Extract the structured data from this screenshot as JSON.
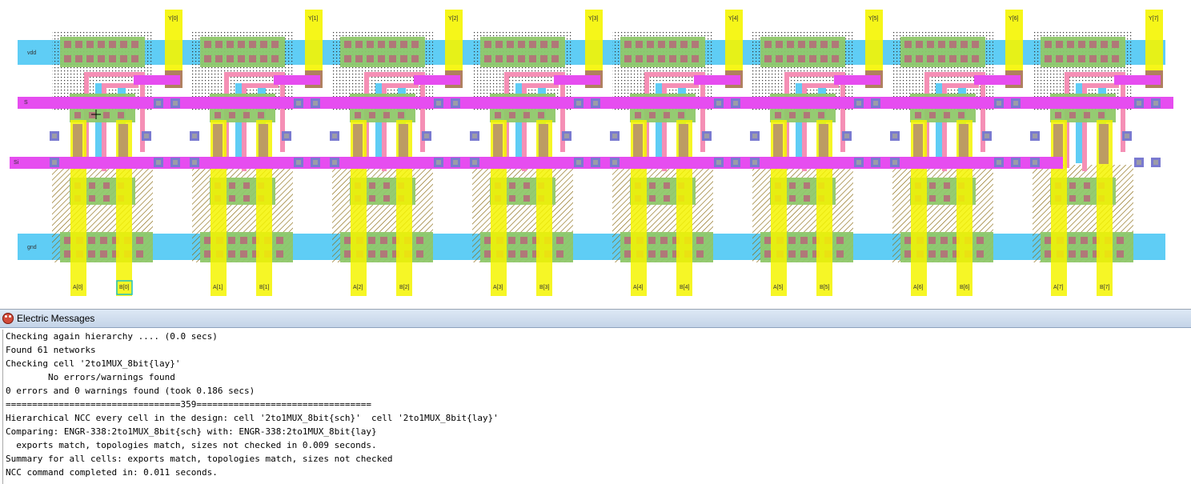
{
  "layout": {
    "rails": {
      "vdd": "vdd",
      "s": "S",
      "si": "Si",
      "gnd": "gnd"
    },
    "outputs": [
      "Y[0]",
      "Y[1]",
      "Y[2]",
      "Y[3]",
      "Y[4]",
      "Y[5]",
      "Y[6]",
      "Y[7]"
    ],
    "inputs_a": [
      "A[0]",
      "A[1]",
      "A[2]",
      "A[3]",
      "A[4]",
      "A[5]",
      "A[6]",
      "A[7]"
    ],
    "inputs_b": [
      "B[0]",
      "B[1]",
      "B[2]",
      "B[3]",
      "B[4]",
      "B[5]",
      "B[6]",
      "B[7]"
    ],
    "colors": {
      "metal1": "#5fcdf5",
      "metal2": "#e64df0",
      "poly": "#f58fb5",
      "active": "#8fc86a",
      "export": "#f5f500",
      "contact": "#7a7ad0",
      "via": "#c08060"
    }
  },
  "messages": {
    "title": "Electric Messages",
    "lines": [
      "Checking again hierarchy .... (0.0 secs)",
      "Found 61 networks",
      "Checking cell '2to1MUX_8bit{lay}'",
      "        No errors/warnings found",
      "0 errors and 0 warnings found (took 0.186 secs)",
      "=================================359=================================",
      "Hierarchical NCC every cell in the design: cell '2to1MUX_8bit{sch}'  cell '2to1MUX_8bit{lay}'",
      "Comparing: ENGR-338:2to1MUX_8bit{sch} with: ENGR-338:2to1MUX_8bit{lay}",
      "  exports match, topologies match, sizes not checked in 0.009 seconds.",
      "Summary for all cells: exports match, topologies match, sizes not checked",
      "NCC command completed in: 0.011 seconds."
    ]
  }
}
